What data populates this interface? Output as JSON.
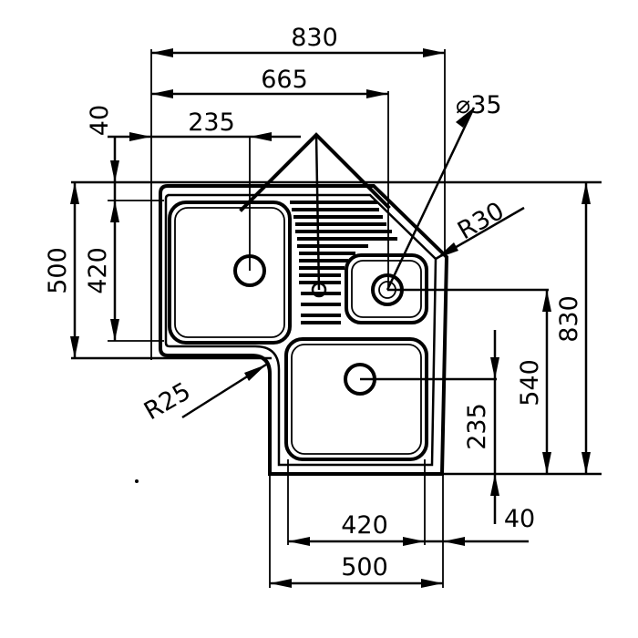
{
  "dimensions": {
    "top_overall_width": "830",
    "top_bowl_offset": "665",
    "waste_diameter": "⌀35",
    "top_left_offset": "235",
    "top_left_margin": "40",
    "left_height": "500",
    "left_bowl_height": "420",
    "corner_radius_right": "R30",
    "corner_radius_inner": "R25",
    "right_overall_height": "830",
    "right_waste_offset": "540",
    "right_bowl_offset": "235",
    "bottom_margin": "40",
    "bottom_bowl_width": "420",
    "bottom_overall_width": "500"
  }
}
